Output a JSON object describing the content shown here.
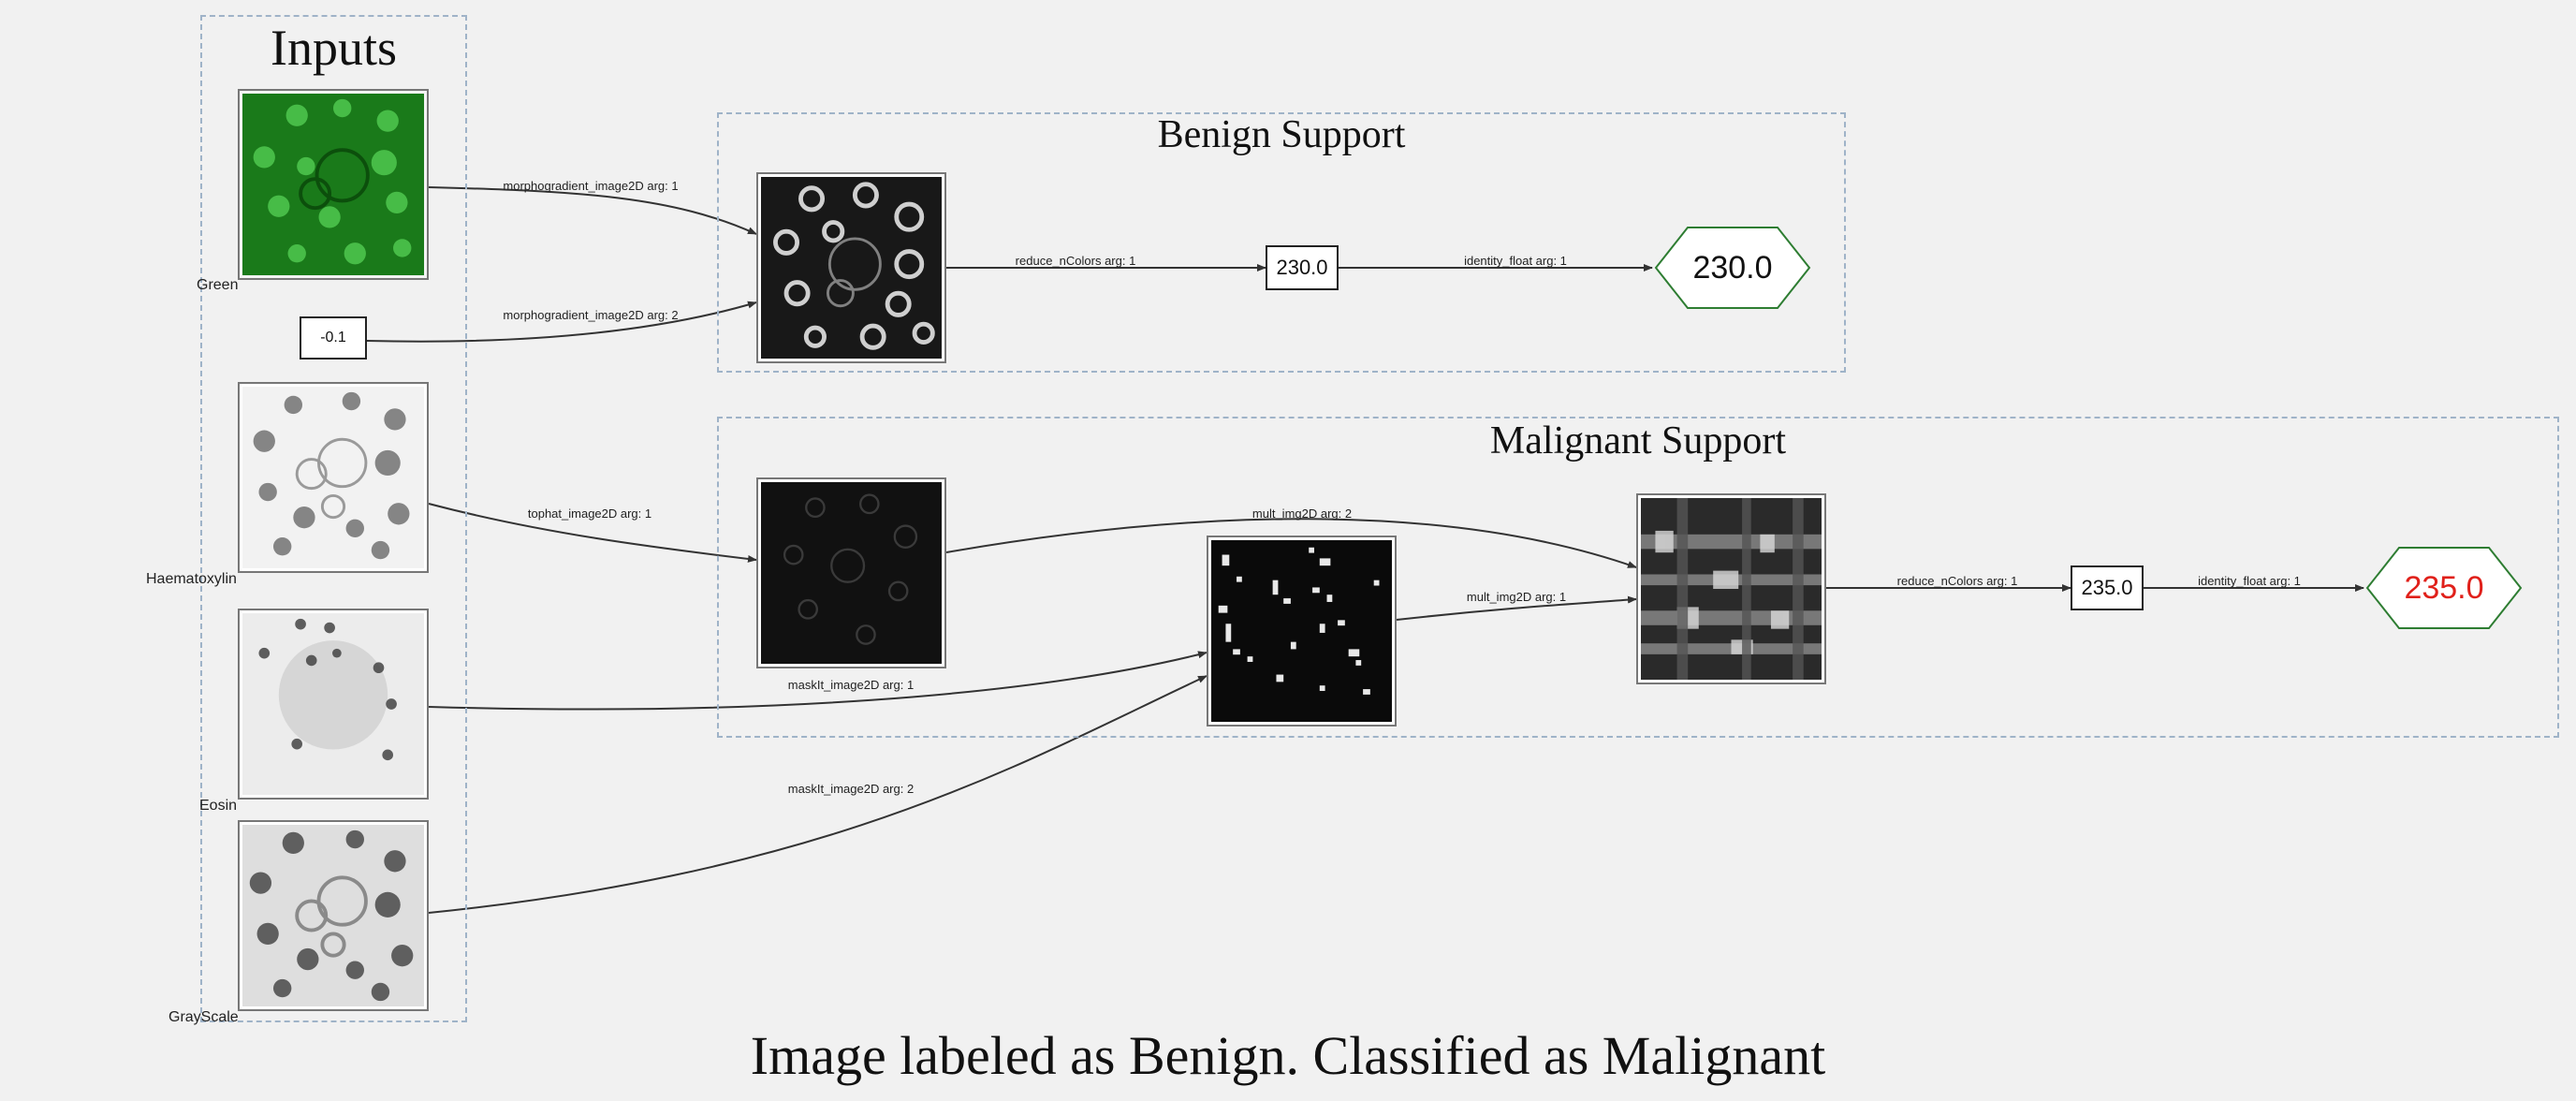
{
  "clusters": {
    "inputs": "Inputs",
    "benign": "Benign Support",
    "malignant": "Malignant Support"
  },
  "inputs": {
    "green": "Green",
    "constant": "-0.1",
    "haematoxylin": "Haematoxylin",
    "eosin": "Eosin",
    "grayscale": "GrayScale"
  },
  "benign": {
    "value_node": "230.0",
    "output_node": "230.0"
  },
  "malignant": {
    "value_node": "235.0",
    "output_node": "235.0"
  },
  "edges": {
    "green_to_morph": "morphogradient_image2D arg: 1",
    "const_to_morph": "morphogradient_image2D arg: 2",
    "morph_to_reduce": "reduce_nColors arg: 1",
    "benign_identity": "identity_float arg: 1",
    "haema_to_tophat": "tophat_image2D arg: 1",
    "tophat_to_mult": "mult_img2D arg: 2",
    "mask_to_mult": "mult_img2D arg: 1",
    "eosin_to_mask": "maskIt_image2D arg: 1",
    "gray_to_mask": "maskIt_image2D arg: 2",
    "mult_to_reduce": "reduce_nColors arg: 1",
    "malignant_identity": "identity_float arg: 1"
  },
  "caption": "Image labeled as Benign. Classified as Malignant",
  "colors": {
    "background": "#f1f1f1",
    "cluster_border": "#9fb3c8",
    "hex_border": "#2e7d32",
    "benign_output_text": "#111111",
    "malignant_output_text": "#e0201a",
    "edge": "#333333"
  }
}
